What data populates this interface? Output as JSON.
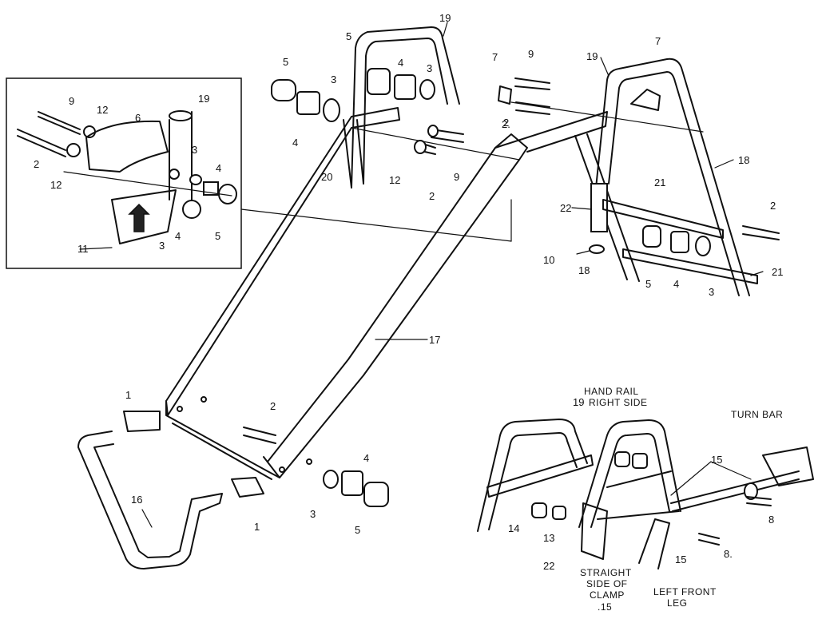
{
  "labels": {
    "p1a": "1",
    "p1b": "1",
    "p2a": "2",
    "p2b": "2",
    "p2c": "2",
    "p2d": "2",
    "p2e": "2",
    "p2f": "2.",
    "p3a": "3",
    "p3b": "3",
    "p3c": "3",
    "p3d": "3",
    "p3e": "3",
    "p3f": "3",
    "p4a": "4",
    "p4b": "4",
    "p4c": "4",
    "p4d": "4",
    "p4e": "4",
    "p4f": "4",
    "p5a": "5",
    "p5b": "5",
    "p5c": "5",
    "p5d": "5",
    "p5e": "5",
    "p6": "6",
    "p7a": "7",
    "p7b": "7",
    "p8a": "8",
    "p8b": "8.",
    "p9a": "9",
    "p9b": "9",
    "p9c": "9",
    "p10": "10",
    "p11": "11",
    "p12a": "12",
    "p12b": "12",
    "p12c": "12",
    "p13": "13",
    "p14": "14",
    "p15a": "15",
    "p15b": "15",
    "p16": "16",
    "p17": "17",
    "p18a": "18",
    "p18b": "18",
    "p19a": "19",
    "p19b": "19",
    "p19c": "19",
    "p19d": "19",
    "p20": "20",
    "p21a": "21",
    "p21b": "21",
    "p22a": "22",
    "p22b": "22"
  },
  "captions": {
    "hand_rail_line1": "HAND RAIL",
    "hand_rail_line2": "RIGHT SIDE",
    "turn_bar": "TURN BAR",
    "straight_line1": "STRAIGHT",
    "straight_line2": "SIDE OF",
    "straight_line3": "CLAMP",
    "straight_line4": ".15",
    "left_front_line1": "LEFT FRONT",
    "left_front_line2": "LEG"
  }
}
